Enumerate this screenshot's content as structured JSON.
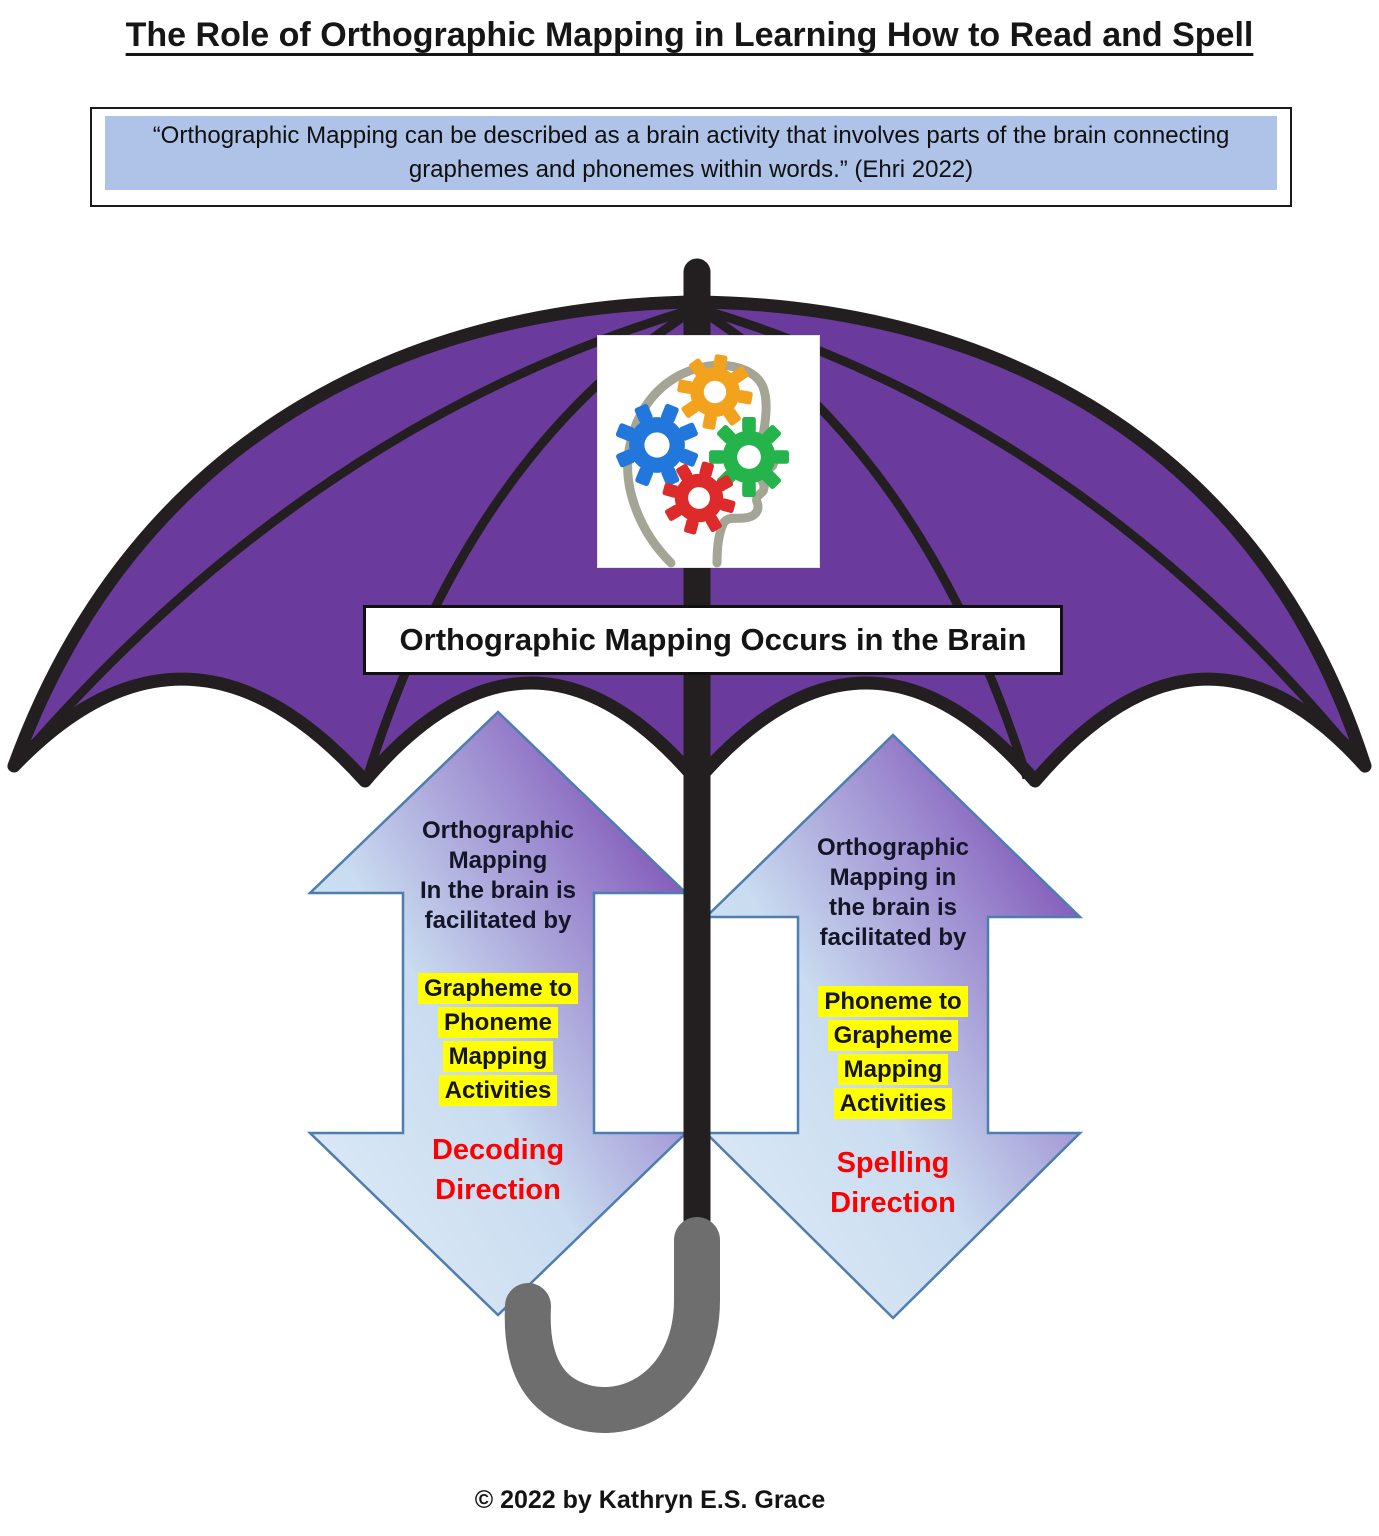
{
  "page": {
    "title": "The Role of Orthographic Mapping in Learning How to Read and Spell",
    "copyright": "© 2022 by Kathryn E.S. Grace"
  },
  "quote": {
    "text": "“Orthographic Mapping can be described as a brain activity that involves parts of the brain connecting\ngraphemes and phonemes within words.”  (Ehri 2022)",
    "background": "#AEC3E7"
  },
  "umbrella": {
    "label": "Orthographic Mapping Occurs in the Brain",
    "canopy_color": "#6A3A9C",
    "outline_color": "#231F20",
    "handle_color": "#6E6E6E",
    "icon": "head-with-gears-icon",
    "gear_colors": {
      "top": "#F2A21C",
      "left": "#2277DD",
      "right": "#25B34B",
      "bottom": "#DD2A2A"
    },
    "head_outline_color": "#A5A596"
  },
  "arrows": {
    "style": {
      "gradient_light": "#E2EDF8",
      "gradient_mid": "#C9DCF0",
      "gradient_lavender": "#9D8CD0",
      "gradient_purple": "#6D2FA5",
      "outline": "#4E7DB0",
      "highlight": "#FFFF00",
      "direction_color": "#FF0000"
    },
    "left": {
      "intro": "Orthographic\nMapping\nIn the brain is\nfacilitated by",
      "highlight_lines": [
        "Grapheme to",
        "Phoneme",
        "Mapping",
        "Activities"
      ],
      "direction": "Decoding\nDirection"
    },
    "right": {
      "intro": "Orthographic\nMapping in\nthe brain is\nfacilitated by",
      "highlight_lines": [
        "Phoneme to",
        "Grapheme",
        "Mapping",
        "Activities"
      ],
      "direction": "Spelling\nDirection"
    }
  }
}
